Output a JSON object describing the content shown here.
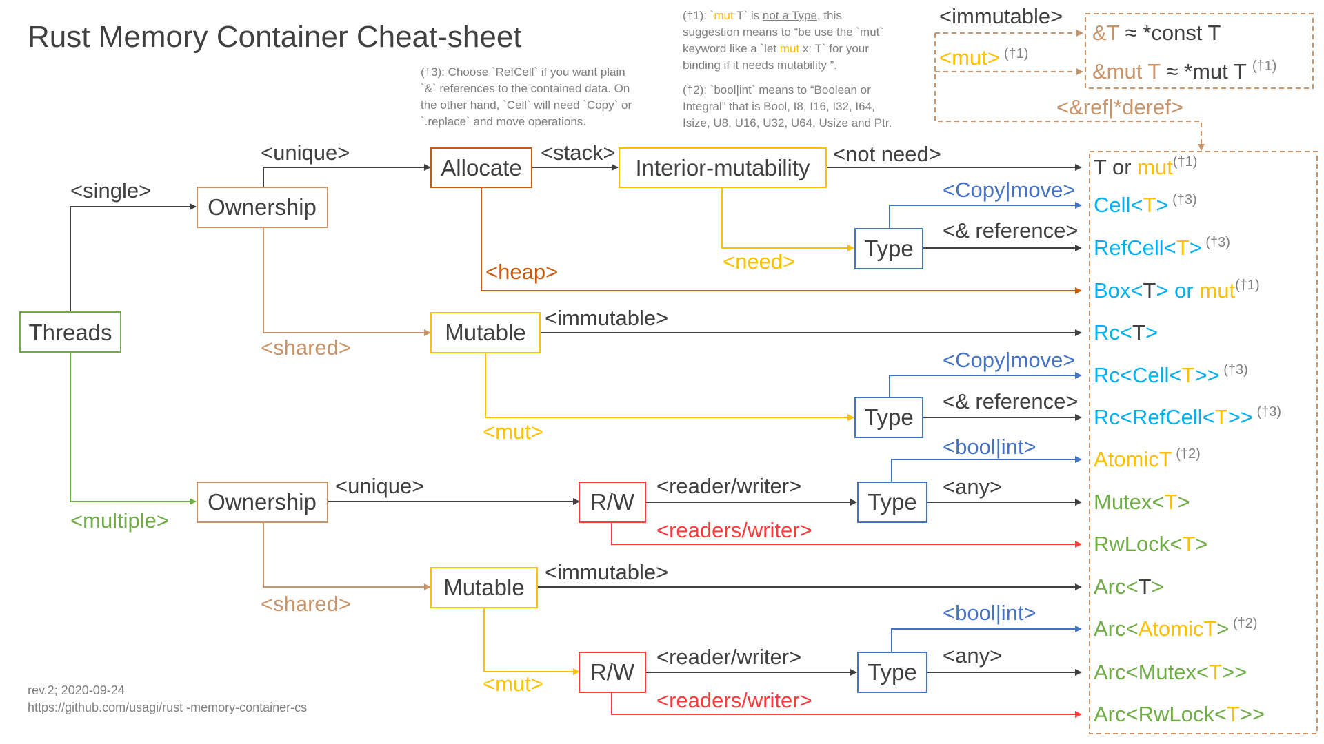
{
  "title": "Rust Memory Container Cheat-sheet",
  "colors": {
    "dark": "#404040",
    "green": "#70ad47",
    "tan": "#c8956a",
    "orange": "#c55a11",
    "yellow": "#ffc000",
    "blue": "#4472c4",
    "cyan": "#00b0f0",
    "red": "#ff3b3b",
    "gray": "#7f7f7f"
  },
  "notes": {
    "n3": [
      "(†3): Choose `RefCell` if you want plain",
      "`&` references to the contained data. On",
      "the other hand, `Cell` will need `Copy` or",
      "`.replace` and move operations."
    ],
    "n1_prefix": "(†1): `",
    "n1_mut": "mut",
    "n1_mid": " T` is ",
    "n1_under": "not a Type",
    "n1_end": ", this",
    "n1_lines": [
      "suggestion means to “be use the `mut`"
    ],
    "n1_line3_a": "keyword like a `let ",
    "n1_line3_mut": "mut",
    "n1_line3_b": " x: T` for your",
    "n1_line4": "binding if it needs mutability ”.",
    "n2": [
      "(†2): `bool|int` means to “Boolean or",
      "Integral” that is Bool, I8, I16, I32, I64,",
      "Isize, U8, U16, U32, U64, Usize and Ptr."
    ]
  },
  "refbox": {
    "immutable": "<immutable>",
    "mut": "<mut>",
    "mut_sup": "(†1)",
    "line1_a": "&T",
    "line1_b": " ≈ *const T",
    "line2_a": "&mut T",
    "line2_b": " ≈ *mut T ",
    "line2_sup": "(†1)",
    "refderef": "<&ref|*deref>"
  },
  "nodes": {
    "threads": "Threads",
    "ownership1": "Ownership",
    "allocate": "Allocate",
    "interior": "Interior-mutability",
    "type1": "Type",
    "mutable1": "Mutable",
    "type2": "Type",
    "ownership2": "Ownership",
    "rw1": "R/W",
    "type3": "Type",
    "mutable2": "Mutable",
    "rw2": "R/W",
    "type4": "Type"
  },
  "edges": {
    "single": "<single>",
    "multiple": "<multiple>",
    "unique1": "<unique>",
    "shared1": "<shared>",
    "stack": "<stack>",
    "heap": "<heap>",
    "not_need": "<not need>",
    "need": "<need>",
    "copy_move1": "<Copy|move>",
    "ref1": "<& reference>",
    "immutable1": "<immutable>",
    "mut1": "<mut>",
    "copy_move2": "<Copy|move>",
    "ref2": "<& reference>",
    "unique2": "<unique>",
    "shared2": "<shared>",
    "reader_writer1": "<reader/writer>",
    "readers_writer1": "<readers/writer>",
    "bool_int1": "<bool|int>",
    "any1": "<any>",
    "immutable2": "<immutable>",
    "mut2": "<mut>",
    "reader_writer2": "<reader/writer>",
    "readers_writer2": "<readers/writer>",
    "bool_int2": "<bool|int>",
    "any2": "<any>"
  },
  "outputs": {
    "t_or_mut": {
      "a": "T or ",
      "b": "mut",
      "sup": "(†1)"
    },
    "cell": {
      "a": "Cell<",
      "b": "T",
      "c": ">",
      "sup": " (†3)"
    },
    "refcell": {
      "a": "RefCell<",
      "b": "T",
      "c": ">",
      "sup": " (†3)"
    },
    "box": {
      "a": "Box<",
      "b": "T",
      "c": "> or ",
      "d": "mut",
      "sup": "(†1)"
    },
    "rc": {
      "a": "Rc<",
      "b": "T",
      "c": ">"
    },
    "rc_cell": {
      "a": "Rc<Cell<",
      "b": "T",
      "c": ">>",
      "sup": " (†3)"
    },
    "rc_refcell": {
      "a": "Rc<RefCell<",
      "b": "T",
      "c": ">>",
      "sup": " (†3)"
    },
    "atomic": {
      "a": "AtomicT",
      "sup": " (†2)"
    },
    "mutex": {
      "a": "Mutex<",
      "b": "T",
      "c": ">"
    },
    "rwlock": {
      "a": "RwLock<",
      "b": "T",
      "c": ">"
    },
    "arc": {
      "a": "Arc<",
      "b": "T",
      "c": ">"
    },
    "arc_atomic": {
      "a": "Arc<",
      "b": "AtomicT",
      "c": ">",
      "sup": " (†2)"
    },
    "arc_mutex": {
      "a": "Arc<Mutex<",
      "b": "T",
      "c": ">>"
    },
    "arc_rwlock": {
      "a": "Arc<RwLock<",
      "b": "T",
      "c": ">>"
    }
  },
  "footer": {
    "rev": "rev.2; 2020-09-24",
    "url": "https://github.com/usagi/rust -memory-container-cs"
  }
}
